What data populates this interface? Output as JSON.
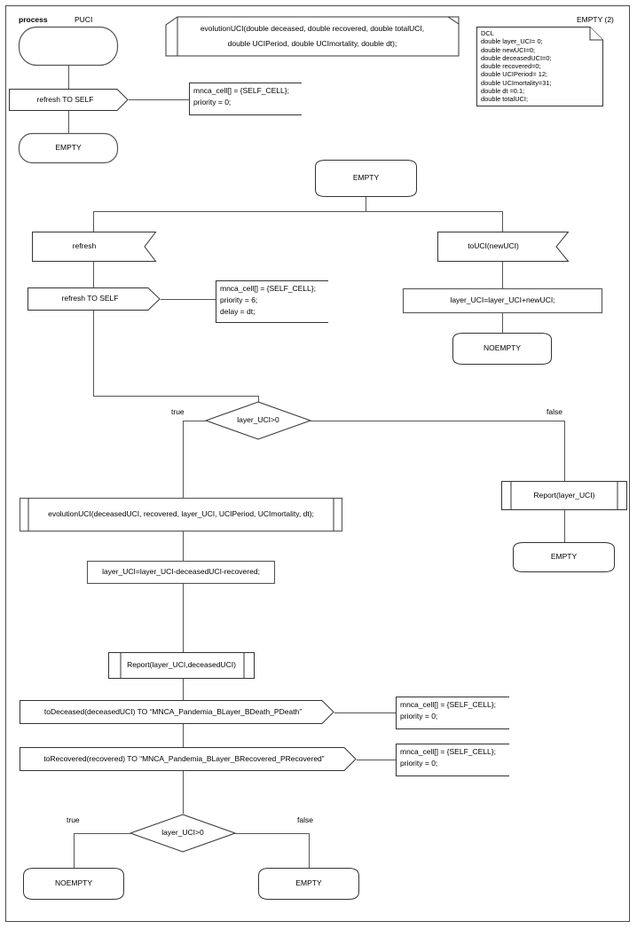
{
  "diagram": {
    "kind": "sdl-process-diagram",
    "header": {
      "keyword": "process",
      "name": "PUCI",
      "state_ref": "EMPTY (2)"
    },
    "procedure_decl": {
      "line1": "evolutionUCI(double deceased, double recovered, double totalUCI,",
      "line2": "double UCIPeriod, double UCImortality, double dt);"
    },
    "declaration": {
      "title": "DCL",
      "lines": "DCL\ndouble layer_UCI= 0;\ndouble newUCI=0;\ndouble deceasedUCI=0;\ndouble recovered=0;\ndouble UCIPeriod= 12;\ndouble UCImortality=31;\ndouble dt =0.1;\ndouble totalUCI;"
    },
    "start_state": {
      "label": ""
    },
    "nodes": {
      "refresh_to_self_top": "refresh TO SELF",
      "empty_top": "EMPTY",
      "empty_main": "EMPTY",
      "input_refresh": "refresh",
      "refresh_to_self_main": "refresh TO SELF",
      "input_touci": "toUCI(newUCI)",
      "task_layer_add": "layer_UCI=layer_UCI+newUCI;",
      "noempty_right": "NOEMPTY",
      "decision_1": "layer_UCI>0",
      "proc_call_evolution": "evolutionUCI(deceasedUCI, recovered, layer_UCI, UCIPeriod, UCImortality, dt);",
      "task_layer_sub": "layer_UCI=layer_UCI-deceasedUCI-recovered;",
      "proc_report_2": "Report(layer_UCI,deceasedUCI)",
      "output_deceased": "toDeceased(deceasedUCI) TO “MNCA_Pandemia_BLayer_BDeath_PDeath”",
      "output_recovered": "toRecovered(recovered) TO “MNCA_Pandemia_BLayer_BRecovered_PRecovered”",
      "decision_2": "layer_UCI>0",
      "noempty_bottom": "NOEMPTY",
      "empty_bottom": "EMPTY",
      "proc_report_1": "Report(layer_UCI)",
      "empty_right": "EMPTY"
    },
    "comments": {
      "c_top": "mnca_cell[] = {SELF_CELL};\npriority = 0;",
      "c_refresh": "mnca_cell[] = {SELF_CELL};\npriority = 6;\ndelay = dt;",
      "c_deceased": "mnca_cell[] = {SELF_CELL};\npriority = 0;",
      "c_recovered": "mnca_cell[] = {SELF_CELL};\npriority = 0;"
    },
    "branch_labels": {
      "d1_true": "true",
      "d1_false": "false",
      "d2_true": "true",
      "d2_false": "false"
    },
    "colors": {
      "line": "#555555",
      "shape_stroke": "#333333",
      "background": "#ffffff",
      "text": "#000000"
    }
  }
}
